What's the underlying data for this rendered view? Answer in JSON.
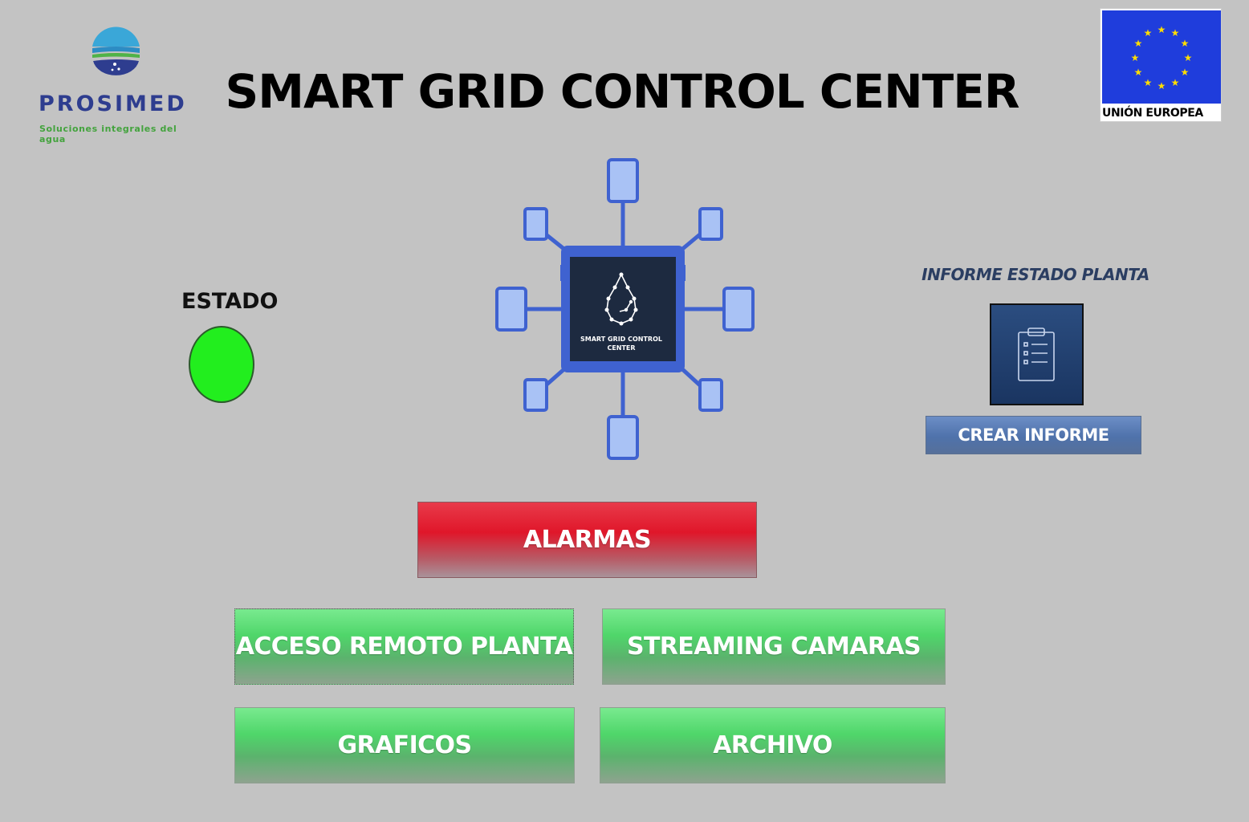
{
  "logo": {
    "wordmark": "PROSIMED",
    "tagline": "Soluciones integrales del agua",
    "icon": "water-drop-logo-icon"
  },
  "header": {
    "title": "SMART GRID CONTROL CENTER"
  },
  "eu_badge": {
    "label": "UNIÓN EUROPEA",
    "icon": "eu-flag-icon"
  },
  "estado": {
    "label": "ESTADO",
    "status_color": "#22ee1e"
  },
  "hub": {
    "center_text": "SMART GRID CONTROL CENTER",
    "icon": "network-hub-icon",
    "accent_color": "#3f62d0"
  },
  "informe": {
    "label": "INFORME ESTADO PLANTA",
    "icon": "clipboard-icon",
    "button_label": "CREAR INFORME"
  },
  "buttons": {
    "alarmas": "ALARMAS",
    "acceso": "ACCESO REMOTO PLANTA",
    "streaming": "STREAMING CAMARAS",
    "graficos": "GRAFICOS",
    "archivo": "ARCHIVO"
  },
  "colors": {
    "background": "#c3c3c3",
    "alarm_red": "#e0162a",
    "action_green": "#4fd66a",
    "report_blue": "#4f72ab"
  }
}
